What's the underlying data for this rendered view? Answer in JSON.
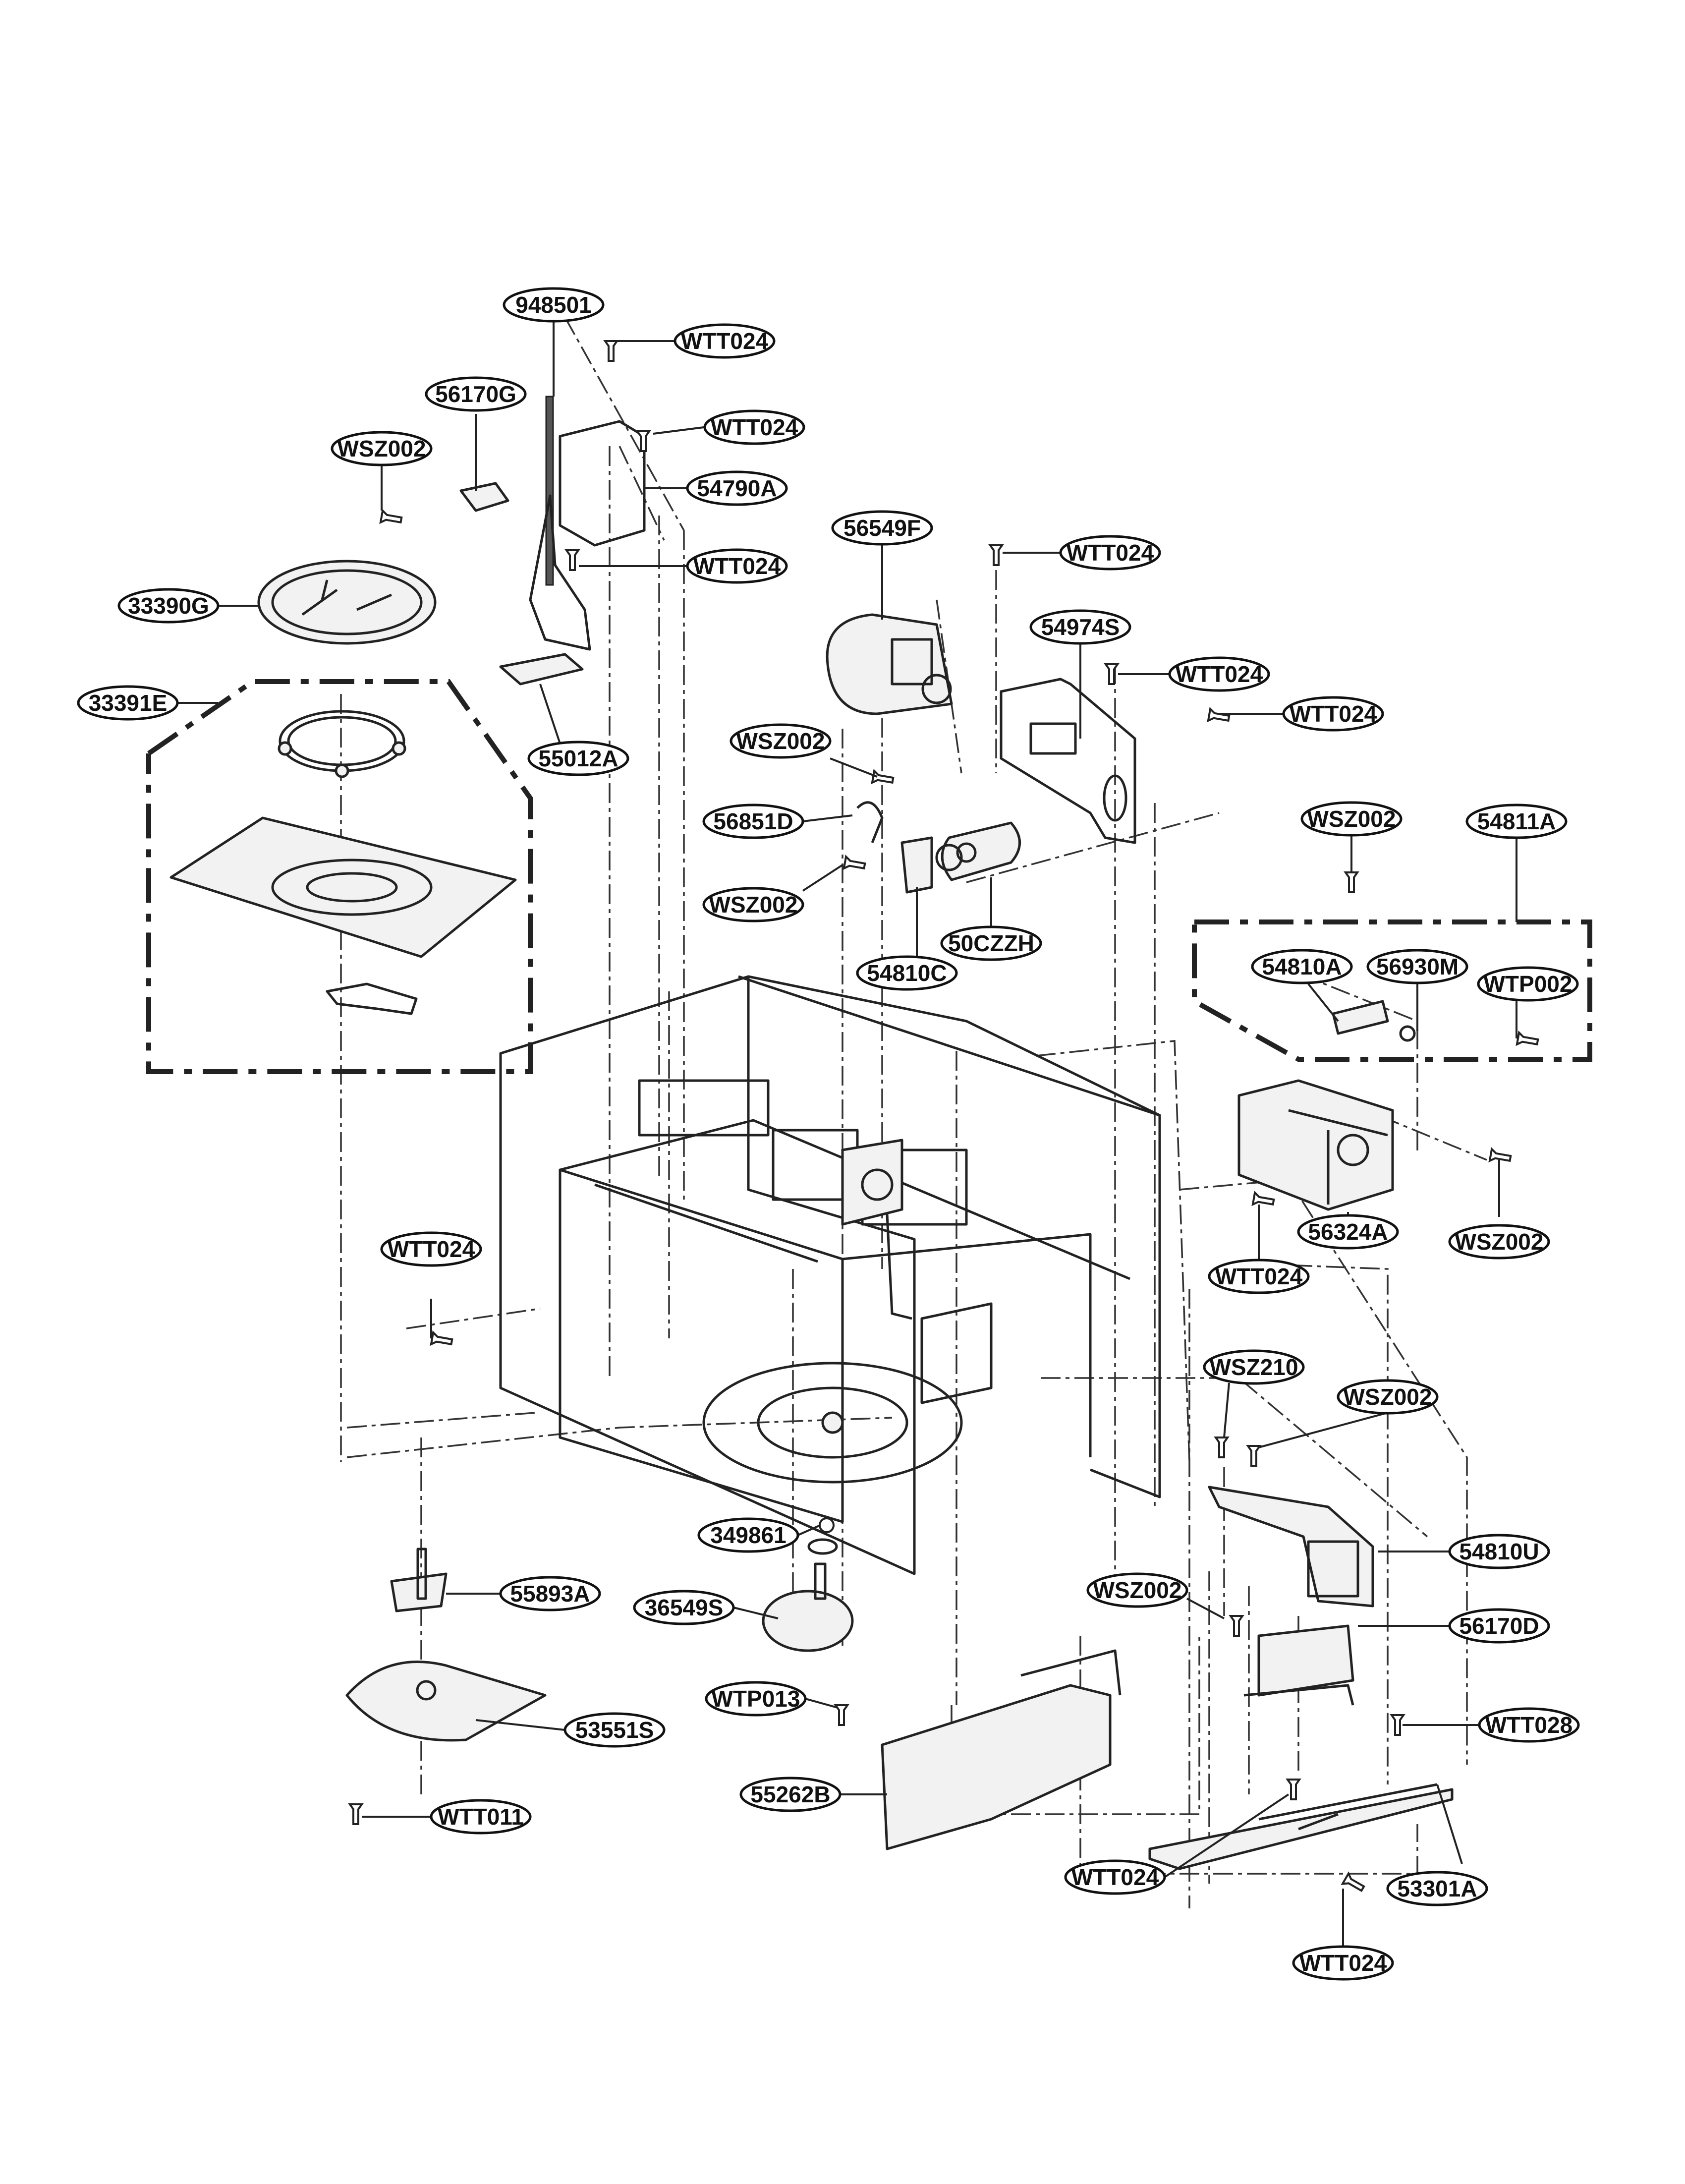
{
  "callouts": {
    "p948501": "948501",
    "wtt024_a": "WTT024",
    "p56170g": "56170G",
    "wtt024_b": "WTT024",
    "wsz002_a": "WSZ002",
    "p54790a": "54790A",
    "p33390g": "33390G",
    "wtt024_c": "WTT024",
    "p56549f": "56549F",
    "wtt024_d": "WTT024",
    "p54974s": "54974S",
    "wtt024_e": "WTT024",
    "p33391e": "33391E",
    "p55012a": "55012A",
    "wtt024_f": "WTT024",
    "wsz002_b": "WSZ002",
    "p56851d": "56851D",
    "wsz002_c": "WSZ002",
    "wsz002_d": "WSZ002",
    "p54811a": "54811A",
    "p50czzh": "50CZZH",
    "p54810c": "54810C",
    "p54810a": "54810A",
    "p56930m": "56930M",
    "wtp002": "WTP002",
    "p56324a": "56324A",
    "wsz002_e": "WSZ002",
    "wtt024_g": "WTT024",
    "wtt024_h": "WTT024",
    "wsz210": "WSZ210",
    "wsz002_f": "WSZ002",
    "p349861": "349861",
    "p54810u": "54810U",
    "p55893a": "55893A",
    "p36549s": "36549S",
    "wsz002_g": "WSZ002",
    "p56170d": "56170D",
    "wtp013": "WTP013",
    "p53551s": "53551S",
    "wtt028": "WTT028",
    "p55262b": "55262B",
    "wtt011": "WTT011",
    "wtt024_i": "WTT024",
    "p53301a": "53301A",
    "wtt024_j": "WTT024"
  }
}
